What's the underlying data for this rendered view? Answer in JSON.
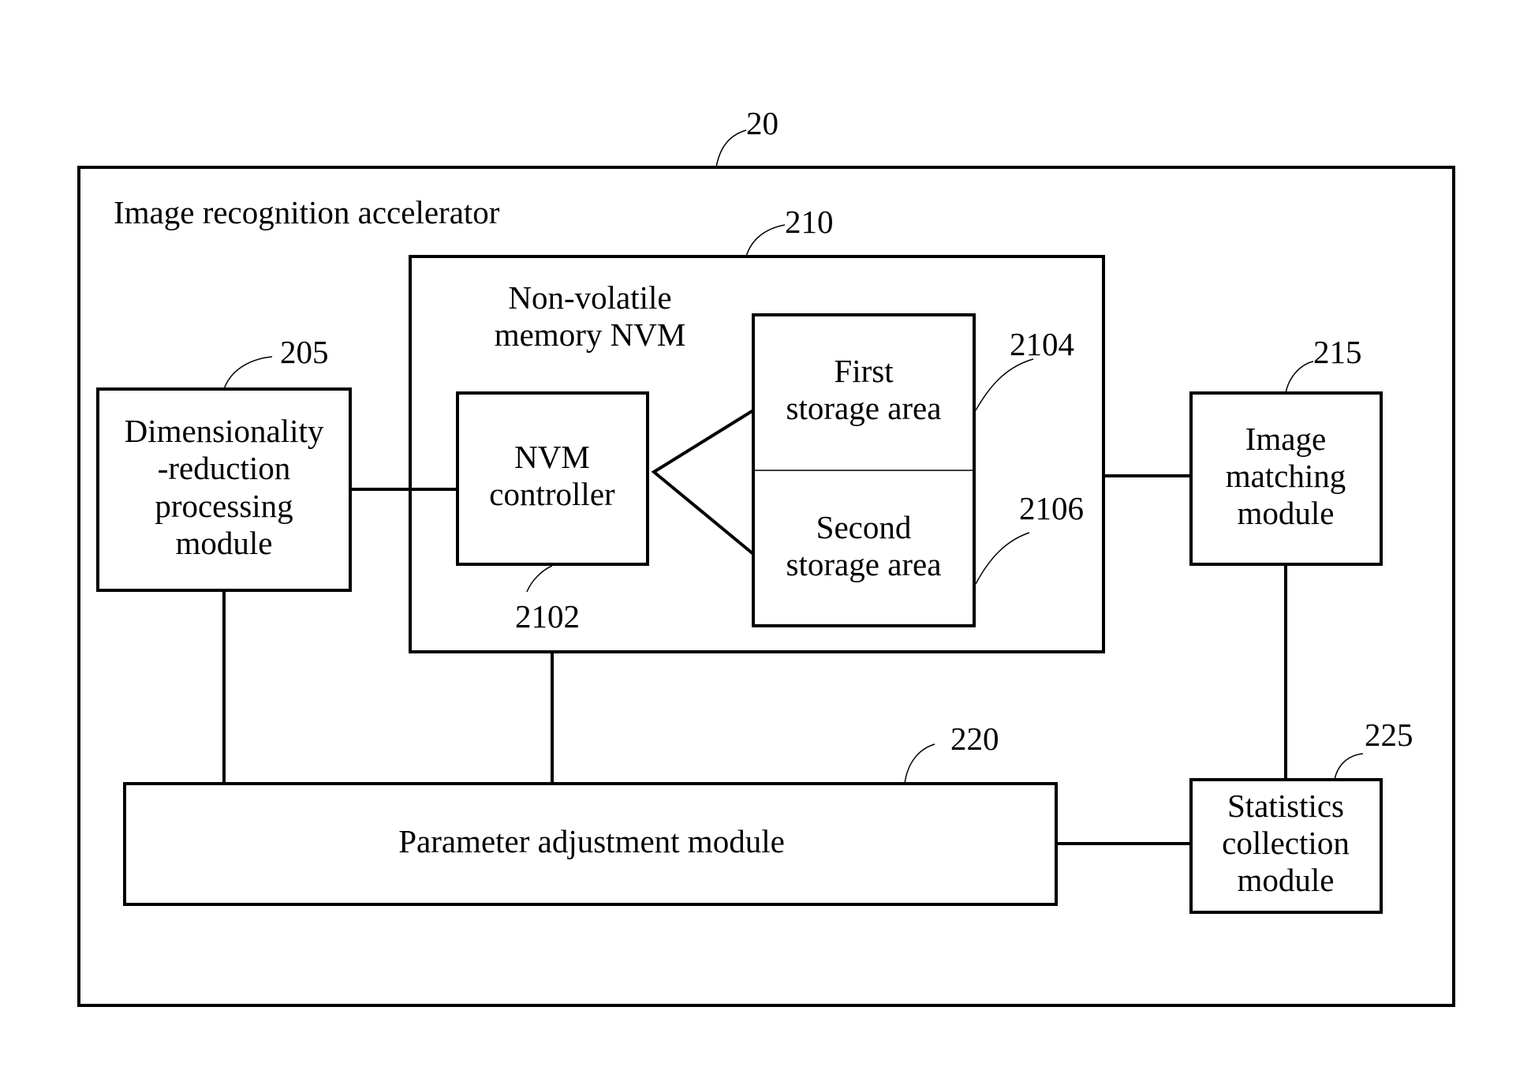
{
  "accelerator": {
    "ref": "20",
    "title": "Image recognition accelerator"
  },
  "nvm": {
    "ref": "210",
    "title_line1": "Non-volatile",
    "title_line2": "memory NVM",
    "controller": {
      "ref": "2102",
      "line1": "NVM",
      "line2": "controller"
    },
    "first_area": {
      "ref": "2104",
      "line1": "First",
      "line2": "storage area"
    },
    "second_area": {
      "ref": "2106",
      "line1": "Second",
      "line2": "storage area"
    }
  },
  "dim_reduction": {
    "ref": "205",
    "line1": "Dimensionality",
    "line2": "-reduction",
    "line3": "processing",
    "line4": "module"
  },
  "image_matching": {
    "ref": "215",
    "line1": "Image",
    "line2": "matching",
    "line3": "module"
  },
  "param_adjust": {
    "ref": "220",
    "label": "Parameter adjustment module"
  },
  "statistics": {
    "ref": "225",
    "line1": "Statistics",
    "line2": "collection",
    "line3": "module"
  }
}
